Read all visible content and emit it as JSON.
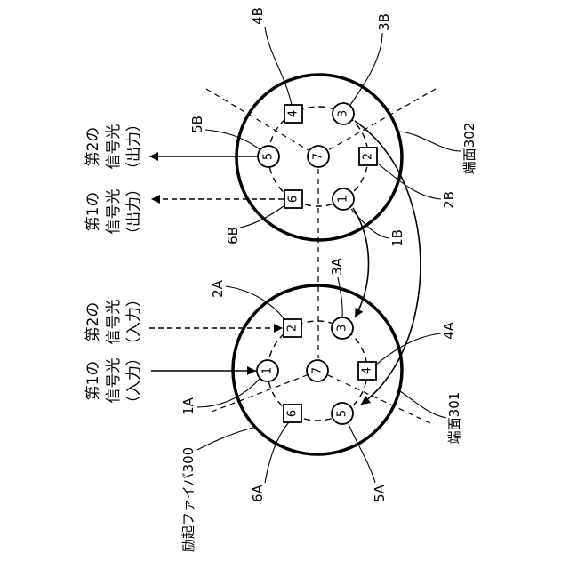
{
  "fiber": {
    "label": "励起ファイバ300"
  },
  "face_301": {
    "label": "端面301",
    "cores": [
      {
        "num": "1",
        "ref": "1A"
      },
      {
        "num": "2",
        "ref": "2A"
      },
      {
        "num": "3",
        "ref": "3A"
      },
      {
        "num": "4",
        "ref": "4A"
      },
      {
        "num": "5",
        "ref": "5A"
      },
      {
        "num": "6",
        "ref": "6A"
      },
      {
        "num": "7"
      }
    ]
  },
  "face_302": {
    "label": "端面302",
    "cores": [
      {
        "num": "1",
        "ref": "1B"
      },
      {
        "num": "2",
        "ref": "2B"
      },
      {
        "num": "3",
        "ref": "3B"
      },
      {
        "num": "4",
        "ref": "4B"
      },
      {
        "num": "5",
        "ref": "5B"
      },
      {
        "num": "6",
        "ref": "6B"
      },
      {
        "num": "7"
      }
    ]
  },
  "signals": {
    "first_input": [
      "第1の",
      "信号光",
      "（入力）"
    ],
    "second_input": [
      "第2の",
      "信号光",
      "（入力）"
    ],
    "first_output": [
      "第1の",
      "信号光",
      "（出力）"
    ],
    "second_output": [
      "第2の",
      "信号光",
      "（出力）"
    ]
  }
}
